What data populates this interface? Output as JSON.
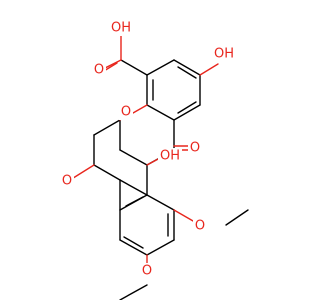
{
  "molecule": {
    "atom_color_oxygen": "#e8261d",
    "bond_color": "#000000",
    "labels": {
      "carboxyl_oh": "OH",
      "carboxyl_o": "O",
      "phenol_oh": "OH",
      "ring_o_top": "O",
      "ketone_o": "O",
      "ring_o_left": "O",
      "tertiary_oh": "OH",
      "methoxy_o_upper": "O",
      "methoxy_o_lower": "O"
    }
  }
}
